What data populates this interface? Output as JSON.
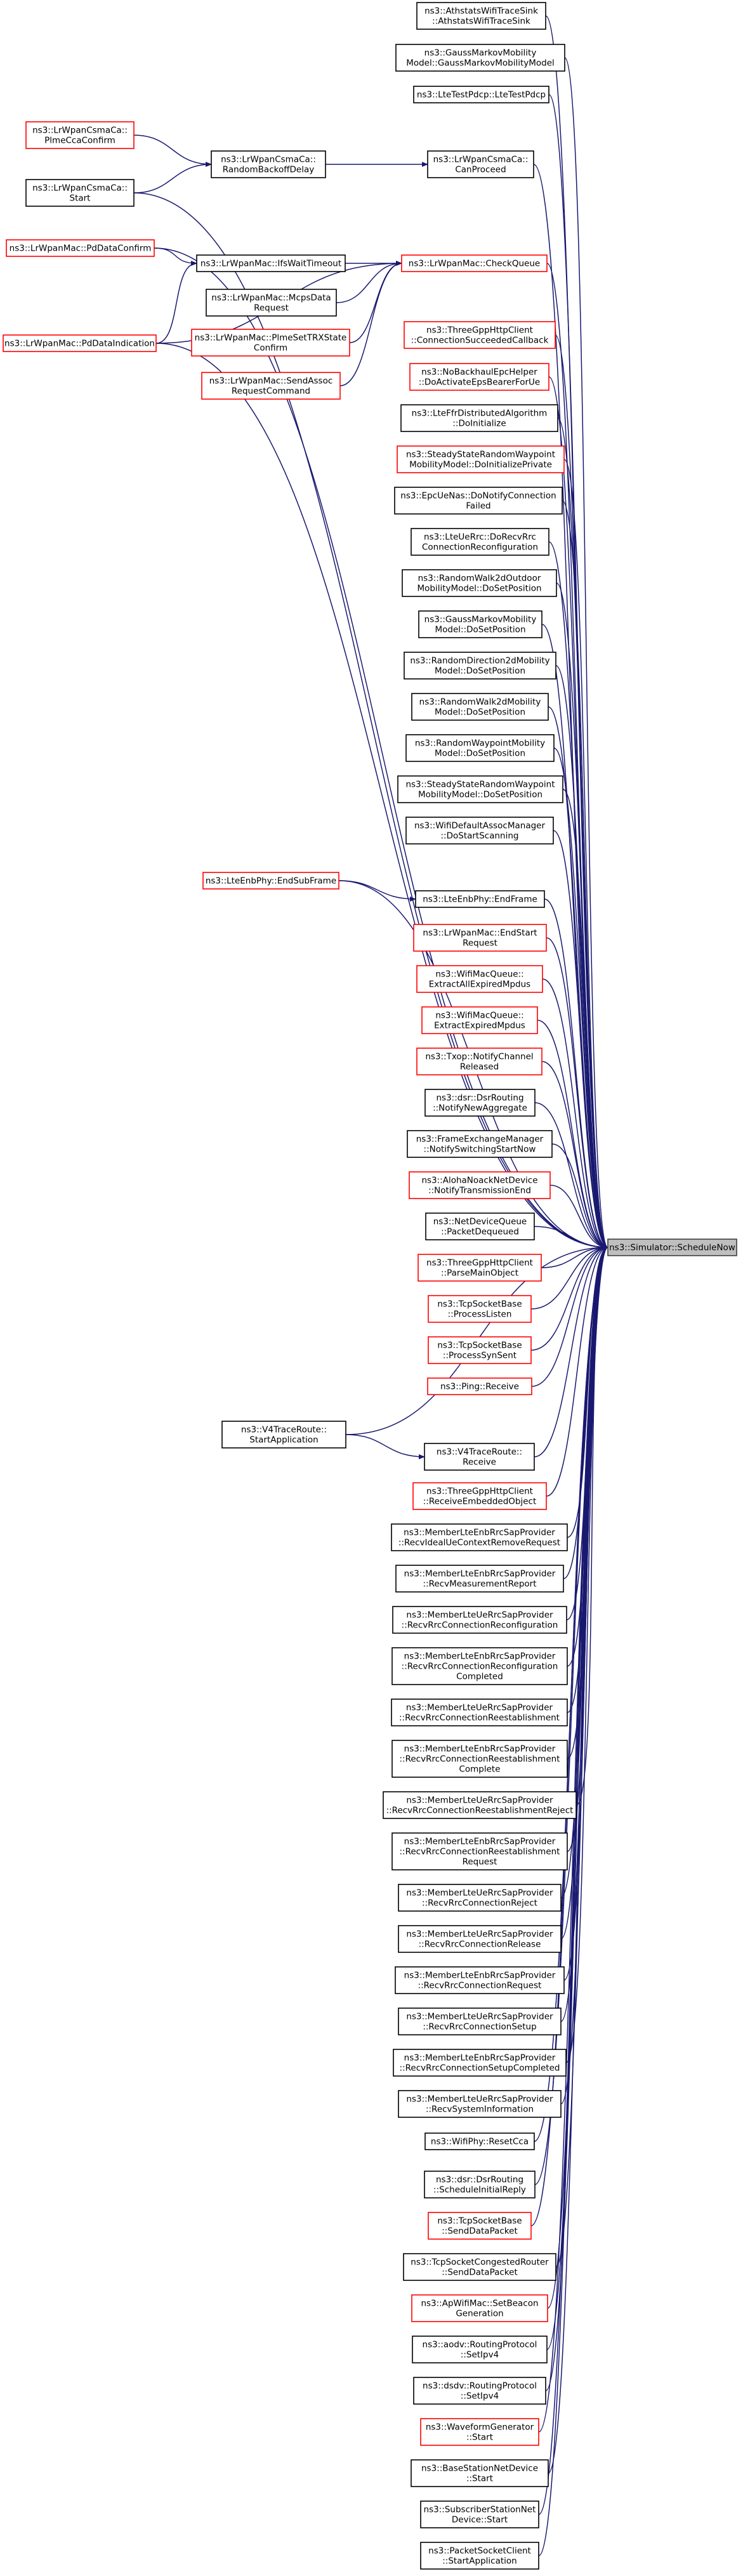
{
  "colors": {
    "edge": "#191970",
    "border_black": "#000000",
    "border_red": "#ff0000",
    "highlight_fill": "#bfbfbf",
    "highlight_border": "#404040"
  },
  "root": {
    "id": "root",
    "lines": [
      "ns3::Simulator::ScheduleNow"
    ]
  },
  "nodes": [
    {
      "id": "n0",
      "lines": [
        "ns3::AthstatsWifiTraceSink",
        "::AthstatsWifiTraceSink"
      ],
      "border": "black"
    },
    {
      "id": "n1",
      "lines": [
        "ns3::GaussMarkovMobility",
        "Model::GaussMarkovMobilityModel"
      ],
      "border": "black"
    },
    {
      "id": "n2",
      "lines": [
        "ns3::LteTestPdcp::LteTestPdcp"
      ],
      "border": "black"
    },
    {
      "id": "n3",
      "lines": [
        "ns3::LrWpanCsmaCa::",
        "CanProceed"
      ],
      "border": "black"
    },
    {
      "id": "n4",
      "lines": [
        "ns3::LrWpanCsmaCa::",
        "RandomBackoffDelay"
      ],
      "border": "black"
    },
    {
      "id": "n5",
      "lines": [
        "ns3::LrWpanCsmaCa::",
        "PlmeCcaConfirm"
      ],
      "border": "red"
    },
    {
      "id": "n6",
      "lines": [
        "ns3::LrWpanCsmaCa::",
        "Start"
      ],
      "border": "black"
    },
    {
      "id": "n7",
      "lines": [
        "ns3::LrWpanMac::CheckQueue"
      ],
      "border": "red"
    },
    {
      "id": "n8",
      "lines": [
        "ns3::LrWpanMac::IfsWaitTimeout"
      ],
      "border": "black"
    },
    {
      "id": "n9",
      "lines": [
        "ns3::LrWpanMac::PdDataConfirm"
      ],
      "border": "red"
    },
    {
      "id": "n10",
      "lines": [
        "ns3::LrWpanMac::PdDataIndication"
      ],
      "border": "red"
    },
    {
      "id": "n11",
      "lines": [
        "ns3::LrWpanMac::McpsData",
        "Request"
      ],
      "border": "black"
    },
    {
      "id": "n12",
      "lines": [
        "ns3::LrWpanMac::PlmeSetTRXState",
        "Confirm"
      ],
      "border": "red"
    },
    {
      "id": "n13",
      "lines": [
        "ns3::LrWpanMac::SendAssoc",
        "RequestCommand"
      ],
      "border": "red"
    },
    {
      "id": "n14",
      "lines": [
        "ns3::ThreeGppHttpClient",
        "::ConnectionSucceededCallback"
      ],
      "border": "red"
    },
    {
      "id": "n15",
      "lines": [
        "ns3::NoBackhaulEpcHelper",
        "::DoActivateEpsBearerForUe"
      ],
      "border": "red"
    },
    {
      "id": "n16",
      "lines": [
        "ns3::LteFfrDistributedAlgorithm",
        "::DoInitialize"
      ],
      "border": "black"
    },
    {
      "id": "n17",
      "lines": [
        "ns3::SteadyStateRandomWaypoint",
        "MobilityModel::DoInitializePrivate"
      ],
      "border": "red"
    },
    {
      "id": "n18",
      "lines": [
        "ns3::EpcUeNas::DoNotifyConnection",
        "Failed"
      ],
      "border": "black"
    },
    {
      "id": "n19",
      "lines": [
        "ns3::LteUeRrc::DoRecvRrc",
        "ConnectionReconfiguration"
      ],
      "border": "black"
    },
    {
      "id": "n20",
      "lines": [
        "ns3::RandomWalk2dOutdoor",
        "MobilityModel::DoSetPosition"
      ],
      "border": "black"
    },
    {
      "id": "n21",
      "lines": [
        "ns3::GaussMarkovMobility",
        "Model::DoSetPosition"
      ],
      "border": "black"
    },
    {
      "id": "n22",
      "lines": [
        "ns3::RandomDirection2dMobility",
        "Model::DoSetPosition"
      ],
      "border": "black"
    },
    {
      "id": "n23",
      "lines": [
        "ns3::RandomWalk2dMobility",
        "Model::DoSetPosition"
      ],
      "border": "black"
    },
    {
      "id": "n24",
      "lines": [
        "ns3::RandomWaypointMobility",
        "Model::DoSetPosition"
      ],
      "border": "black"
    },
    {
      "id": "n25",
      "lines": [
        "ns3::SteadyStateRandomWaypoint",
        "MobilityModel::DoSetPosition"
      ],
      "border": "black"
    },
    {
      "id": "n26",
      "lines": [
        "ns3::WifiDefaultAssocManager",
        "::DoStartScanning"
      ],
      "border": "black"
    },
    {
      "id": "n27",
      "lines": [
        "ns3::LteEnbPhy::EndSubFrame"
      ],
      "border": "red"
    },
    {
      "id": "n28",
      "lines": [
        "ns3::LteEnbPhy::EndFrame"
      ],
      "border": "black"
    },
    {
      "id": "n29",
      "lines": [
        "ns3::LrWpanMac::EndStart",
        "Request"
      ],
      "border": "red"
    },
    {
      "id": "n30",
      "lines": [
        "ns3::WifiMacQueue::",
        "ExtractAllExpiredMpdus"
      ],
      "border": "red"
    },
    {
      "id": "n31",
      "lines": [
        "ns3::WifiMacQueue::",
        "ExtractExpiredMpdus"
      ],
      "border": "red"
    },
    {
      "id": "n32",
      "lines": [
        "ns3::Txop::NotifyChannel",
        "Released"
      ],
      "border": "red"
    },
    {
      "id": "n33",
      "lines": [
        "ns3::dsr::DsrRouting",
        "::NotifyNewAggregate"
      ],
      "border": "black"
    },
    {
      "id": "n34",
      "lines": [
        "ns3::FrameExchangeManager",
        "::NotifySwitchingStartNow"
      ],
      "border": "black"
    },
    {
      "id": "n35",
      "lines": [
        "ns3::AlohaNoackNetDevice",
        "::NotifyTransmissionEnd"
      ],
      "border": "red"
    },
    {
      "id": "n36",
      "lines": [
        "ns3::NetDeviceQueue",
        "::PacketDequeued"
      ],
      "border": "black"
    },
    {
      "id": "n37",
      "lines": [
        "ns3::ThreeGppHttpClient",
        "::ParseMainObject"
      ],
      "border": "red"
    },
    {
      "id": "n38",
      "lines": [
        "ns3::TcpSocketBase",
        "::ProcessListen"
      ],
      "border": "red"
    },
    {
      "id": "n39",
      "lines": [
        "ns3::TcpSocketBase",
        "::ProcessSynSent"
      ],
      "border": "red"
    },
    {
      "id": "n40",
      "lines": [
        "ns3::Ping::Receive"
      ],
      "border": "red"
    },
    {
      "id": "n41",
      "lines": [
        "ns3::V4TraceRoute::",
        "StartApplication"
      ],
      "border": "black"
    },
    {
      "id": "n42",
      "lines": [
        "ns3::V4TraceRoute::",
        "Receive"
      ],
      "border": "black"
    },
    {
      "id": "n43",
      "lines": [
        "ns3::ThreeGppHttpClient",
        "::ReceiveEmbeddedObject"
      ],
      "border": "red"
    },
    {
      "id": "n44",
      "lines": [
        "ns3::MemberLteEnbRrcSapProvider",
        "::RecvIdealUeContextRemoveRequest"
      ],
      "border": "black"
    },
    {
      "id": "n45",
      "lines": [
        "ns3::MemberLteEnbRrcSapProvider",
        "::RecvMeasurementReport"
      ],
      "border": "black"
    },
    {
      "id": "n46",
      "lines": [
        "ns3::MemberLteUeRrcSapProvider",
        "::RecvRrcConnectionReconfiguration"
      ],
      "border": "black"
    },
    {
      "id": "n47",
      "lines": [
        "ns3::MemberLteEnbRrcSapProvider",
        "::RecvRrcConnectionReconfiguration",
        "Completed"
      ],
      "border": "black"
    },
    {
      "id": "n48",
      "lines": [
        "ns3::MemberLteUeRrcSapProvider",
        "::RecvRrcConnectionReestablishment"
      ],
      "border": "black"
    },
    {
      "id": "n49",
      "lines": [
        "ns3::MemberLteEnbRrcSapProvider",
        "::RecvRrcConnectionReestablishment",
        "Complete"
      ],
      "border": "black"
    },
    {
      "id": "n50",
      "lines": [
        "ns3::MemberLteUeRrcSapProvider",
        "::RecvRrcConnectionReestablishmentReject"
      ],
      "border": "black"
    },
    {
      "id": "n51",
      "lines": [
        "ns3::MemberLteEnbRrcSapProvider",
        "::RecvRrcConnectionReestablishment",
        "Request"
      ],
      "border": "black"
    },
    {
      "id": "n52",
      "lines": [
        "ns3::MemberLteUeRrcSapProvider",
        "::RecvRrcConnectionReject"
      ],
      "border": "black"
    },
    {
      "id": "n53",
      "lines": [
        "ns3::MemberLteUeRrcSapProvider",
        "::RecvRrcConnectionRelease"
      ],
      "border": "black"
    },
    {
      "id": "n54",
      "lines": [
        "ns3::MemberLteEnbRrcSapProvider",
        "::RecvRrcConnectionRequest"
      ],
      "border": "black"
    },
    {
      "id": "n55",
      "lines": [
        "ns3::MemberLteUeRrcSapProvider",
        "::RecvRrcConnectionSetup"
      ],
      "border": "black"
    },
    {
      "id": "n56",
      "lines": [
        "ns3::MemberLteEnbRrcSapProvider",
        "::RecvRrcConnectionSetupCompleted"
      ],
      "border": "black"
    },
    {
      "id": "n57",
      "lines": [
        "ns3::MemberLteUeRrcSapProvider",
        "::RecvSystemInformation"
      ],
      "border": "black"
    },
    {
      "id": "n58",
      "lines": [
        "ns3::WifiPhy::ResetCca"
      ],
      "border": "black"
    },
    {
      "id": "n59",
      "lines": [
        "ns3::dsr::DsrRouting",
        "::ScheduleInitialReply"
      ],
      "border": "black"
    },
    {
      "id": "n60",
      "lines": [
        "ns3::TcpSocketBase",
        "::SendDataPacket"
      ],
      "border": "red"
    },
    {
      "id": "n61",
      "lines": [
        "ns3::TcpSocketCongestedRouter",
        "::SendDataPacket"
      ],
      "border": "black"
    },
    {
      "id": "n62",
      "lines": [
        "ns3::ApWifiMac::SetBeacon",
        "Generation"
      ],
      "border": "red"
    },
    {
      "id": "n63",
      "lines": [
        "ns3::aodv::RoutingProtocol",
        "::SetIpv4"
      ],
      "border": "black"
    },
    {
      "id": "n64",
      "lines": [
        "ns3::dsdv::RoutingProtocol",
        "::SetIpv4"
      ],
      "border": "black"
    },
    {
      "id": "n65",
      "lines": [
        "ns3::WaveformGenerator",
        "::Start"
      ],
      "border": "red"
    },
    {
      "id": "n66",
      "lines": [
        "ns3::BaseStationNetDevice",
        "::Start"
      ],
      "border": "black"
    },
    {
      "id": "n67",
      "lines": [
        "ns3::SubscriberStationNet",
        "Device::Start"
      ],
      "border": "black"
    },
    {
      "id": "n68",
      "lines": [
        "ns3::PacketSocketClient",
        "::StartApplication"
      ],
      "border": "black"
    }
  ],
  "edges": [
    [
      "n0",
      "root"
    ],
    [
      "n1",
      "root"
    ],
    [
      "n2",
      "root"
    ],
    [
      "n3",
      "root"
    ],
    [
      "n6",
      "root"
    ],
    [
      "n7",
      "root"
    ],
    [
      "n9",
      "root"
    ],
    [
      "n10",
      "root"
    ],
    [
      "n14",
      "root"
    ],
    [
      "n15",
      "root"
    ],
    [
      "n16",
      "root"
    ],
    [
      "n17",
      "root"
    ],
    [
      "n18",
      "root"
    ],
    [
      "n19",
      "root"
    ],
    [
      "n20",
      "root"
    ],
    [
      "n21",
      "root"
    ],
    [
      "n22",
      "root"
    ],
    [
      "n23",
      "root"
    ],
    [
      "n24",
      "root"
    ],
    [
      "n25",
      "root"
    ],
    [
      "n26",
      "root"
    ],
    [
      "n27",
      "root"
    ],
    [
      "n28",
      "root"
    ],
    [
      "n29",
      "root"
    ],
    [
      "n30",
      "root"
    ],
    [
      "n31",
      "root"
    ],
    [
      "n32",
      "root"
    ],
    [
      "n33",
      "root"
    ],
    [
      "n34",
      "root"
    ],
    [
      "n35",
      "root"
    ],
    [
      "n36",
      "root"
    ],
    [
      "n37",
      "root"
    ],
    [
      "n38",
      "root"
    ],
    [
      "n39",
      "root"
    ],
    [
      "n40",
      "root"
    ],
    [
      "n41",
      "root"
    ],
    [
      "n42",
      "root"
    ],
    [
      "n43",
      "root"
    ],
    [
      "n44",
      "root"
    ],
    [
      "n45",
      "root"
    ],
    [
      "n46",
      "root"
    ],
    [
      "n47",
      "root"
    ],
    [
      "n48",
      "root"
    ],
    [
      "n49",
      "root"
    ],
    [
      "n50",
      "root"
    ],
    [
      "n51",
      "root"
    ],
    [
      "n52",
      "root"
    ],
    [
      "n53",
      "root"
    ],
    [
      "n54",
      "root"
    ],
    [
      "n55",
      "root"
    ],
    [
      "n56",
      "root"
    ],
    [
      "n57",
      "root"
    ],
    [
      "n58",
      "root"
    ],
    [
      "n59",
      "root"
    ],
    [
      "n60",
      "root"
    ],
    [
      "n61",
      "root"
    ],
    [
      "n62",
      "root"
    ],
    [
      "n63",
      "root"
    ],
    [
      "n64",
      "root"
    ],
    [
      "n65",
      "root"
    ],
    [
      "n66",
      "root"
    ],
    [
      "n67",
      "root"
    ],
    [
      "n68",
      "root"
    ],
    [
      "n4",
      "n3"
    ],
    [
      "n5",
      "n4"
    ],
    [
      "n6",
      "n4"
    ],
    [
      "n8",
      "n7"
    ],
    [
      "n9",
      "n8"
    ],
    [
      "n10",
      "n8"
    ],
    [
      "n10",
      "n7"
    ],
    [
      "n11",
      "n7"
    ],
    [
      "n12",
      "n7"
    ],
    [
      "n13",
      "n7"
    ],
    [
      "n27",
      "n28"
    ],
    [
      "n41",
      "n42"
    ]
  ]
}
